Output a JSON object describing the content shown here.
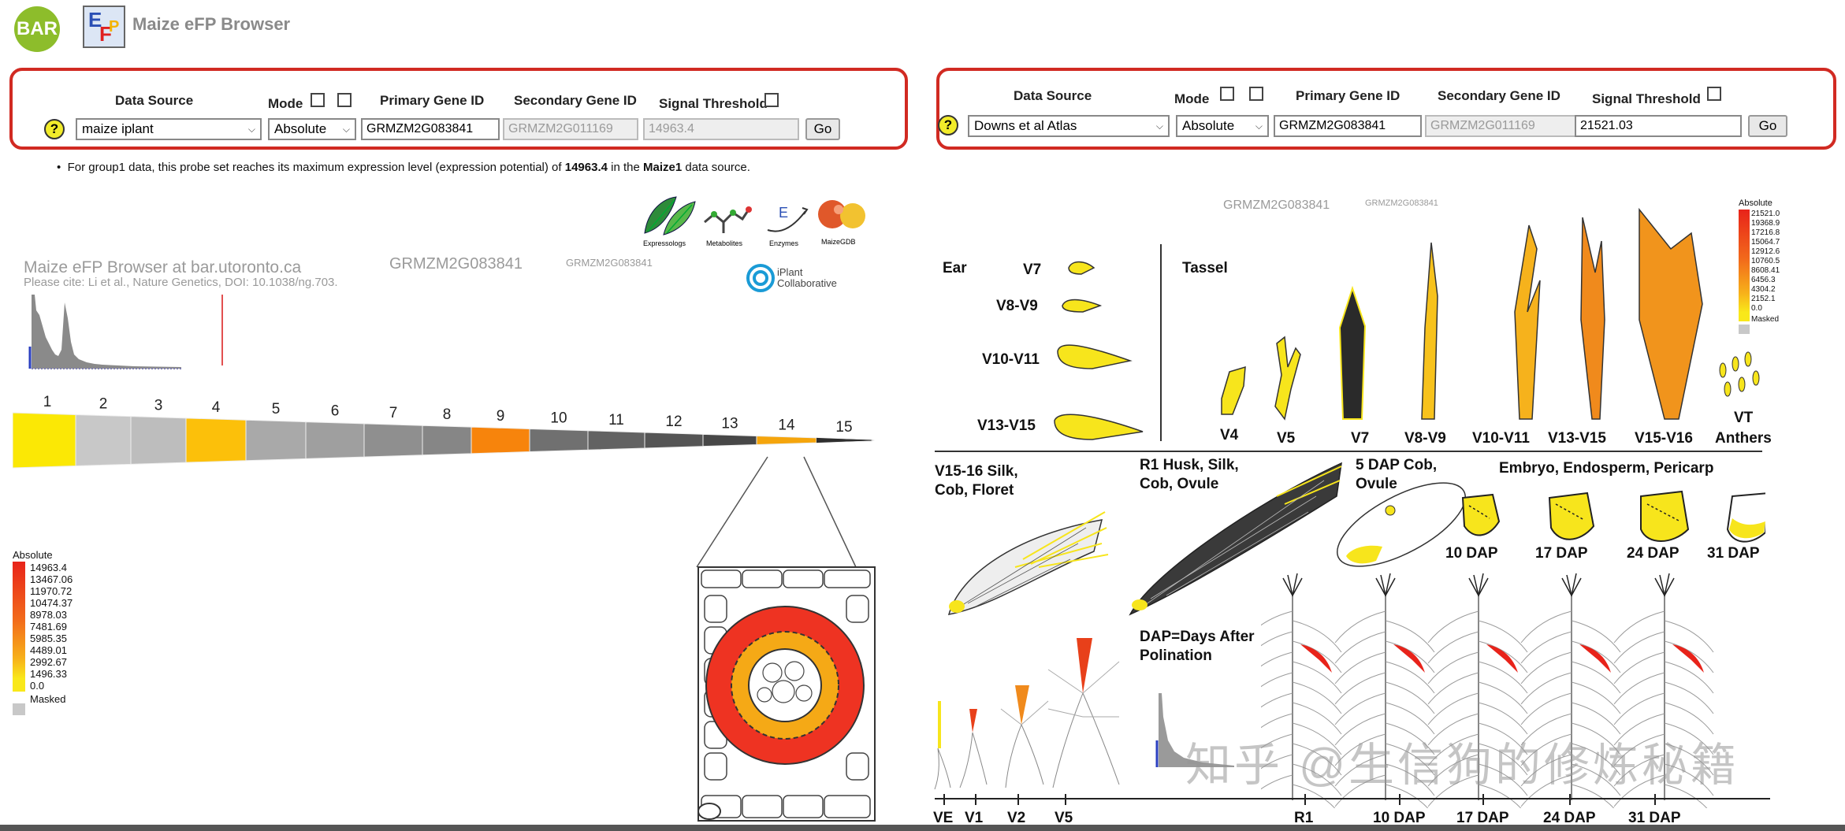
{
  "header": {
    "bar_logo": "BAR",
    "efp_logo_letters": "EFP",
    "title": "Maize eFP Browser"
  },
  "left_panel": {
    "data_source_label": "Data Source",
    "mode_label": "Mode",
    "primary_label": "Primary Gene ID",
    "secondary_label": "Secondary Gene ID",
    "threshold_label": "Signal Threshold",
    "help": "?",
    "data_source_value": "maize iplant",
    "mode_value": "Absolute",
    "primary_value": "GRMZM2G083841",
    "secondary_value": "GRMZM2G011169",
    "threshold_value": "14963.4",
    "go_label": "Go"
  },
  "right_panel": {
    "data_source_label": "Data Source",
    "mode_label": "Mode",
    "primary_label": "Primary Gene ID",
    "secondary_label": "Secondary Gene ID",
    "threshold_label": "Signal Threshold",
    "help": "?",
    "data_source_value": "Downs et al Atlas",
    "mode_value": "Absolute",
    "primary_value": "GRMZM2G083841",
    "secondary_value": "GRMZM2G011169",
    "threshold_value": "21521.03",
    "go_label": "Go"
  },
  "info_note": {
    "pre": "For group1 data, this probe set reaches its maximum expression level (expression potential) of ",
    "value": "14963.4",
    "mid": " in the ",
    "source": "Maize1",
    "post": " data source."
  },
  "left_view": {
    "browser_line": "Maize eFP Browser at bar.utoronto.ca",
    "cite_line": "Please cite: Li et al., Nature Genetics, DOI: 10.1038/ng.703.",
    "gene_big": "GRMZM2G083841",
    "gene_small": "GRMZM2G083841",
    "tools": [
      "Expressologs",
      "Metabolites",
      "Enzymes",
      "MaizeGDB"
    ],
    "iplant_line1": "iPlant",
    "iplant_line2": "Collaborative",
    "segments": [
      "1",
      "2",
      "3",
      "4",
      "5",
      "6",
      "7",
      "8",
      "9",
      "10",
      "11",
      "12",
      "13",
      "14",
      "15"
    ],
    "segment_colors": [
      "#fbe805",
      "#c8c8c8",
      "#bdbdbd",
      "#fcc00a",
      "#a9a9a9",
      "#9f9f9f",
      "#8f8f8f",
      "#868686",
      "#f7840c",
      "#707070",
      "#626262",
      "#555555",
      "#474747",
      "#f5a50c",
      "#2e2e2e"
    ],
    "legend_title": "Absolute",
    "legend_values": [
      "14963.4",
      "13467.06",
      "11970.72",
      "10474.37",
      "8978.03",
      "7481.69",
      "5985.35",
      "4489.01",
      "2992.67",
      "1496.33",
      "0.0",
      "Masked"
    ]
  },
  "right_view": {
    "gene_big": "GRMZM2G083841",
    "gene_small": "GRMZM2G083841",
    "legend_title": "Absolute",
    "legend_values": [
      "21521.0",
      "19368.9",
      "17216.8",
      "15064.7",
      "12912.6",
      "10760.5",
      "8608.41",
      "6456.3",
      "4304.2",
      "2152.1",
      "0.0",
      "Masked"
    ],
    "ear_title": "Ear",
    "ear_stages": [
      "V7",
      "V8-V9",
      "V10-V11",
      "V13-V15"
    ],
    "tassel_title": "Tassel",
    "tassel_stages": [
      "V4",
      "V5",
      "V7",
      "V8-V9",
      "V10-V11",
      "V13-V15",
      "V15-V16"
    ],
    "anthers_line1": "VT",
    "anthers_line2": "Anthers",
    "silk_line1": "V15-16 Silk,",
    "silk_line2": "Cob, Floret",
    "husk_line1": "R1 Husk, Silk,",
    "husk_line2": "Cob, Ovule",
    "dap5_line1": "5 DAP Cob,",
    "dap5_line2": "Ovule",
    "embryo_title": "Embryo, Endosperm, Pericarp",
    "embryo_stages": [
      "10 DAP",
      "17 DAP",
      "24 DAP",
      "31 DAP"
    ],
    "dap_note_line1": "DAP=Days After",
    "dap_note_line2": "Polination",
    "timeline": [
      "VE",
      "V1",
      "V2",
      "V5",
      "R1",
      "10 DAP",
      "17 DAP",
      "24 DAP",
      "31 DAP"
    ]
  },
  "watermark": "知乎 @生信狗的修炼秘籍"
}
